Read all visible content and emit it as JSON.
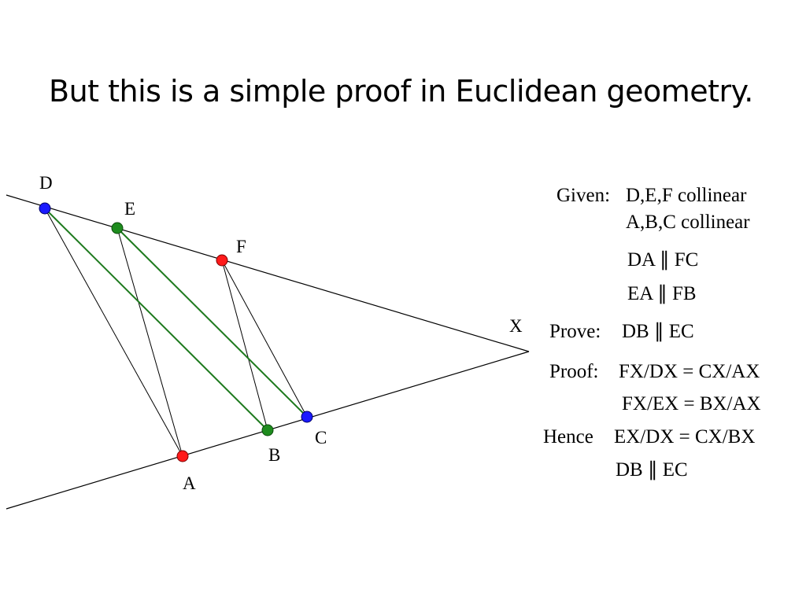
{
  "slide": {
    "title": "But this is a simple proof in Euclidean geometry."
  },
  "diagram": {
    "points": [
      {
        "id": "D",
        "label": "D",
        "color": "#1a1aff"
      },
      {
        "id": "E",
        "label": "E",
        "color": "#1e8c1e"
      },
      {
        "id": "F",
        "label": "F",
        "color": "#ff1a1a"
      },
      {
        "id": "A",
        "label": "A",
        "color": "#ff1a1a"
      },
      {
        "id": "B",
        "label": "B",
        "color": "#1e8c1e"
      },
      {
        "id": "C",
        "label": "C",
        "color": "#1a1aff"
      },
      {
        "id": "X",
        "label": "X",
        "color": "none"
      }
    ],
    "line_color": "#000000",
    "parallel_color": "#1e7a1e"
  },
  "proof": {
    "given_label": "Given:",
    "given_1": "D,E,F collinear",
    "given_2": "A,B,C collinear",
    "given_3": "DA ∥ FC",
    "given_4": "EA ∥ FB",
    "prove_label": "Prove:",
    "prove_1": "DB ∥ EC",
    "proof_label": "Proof:",
    "proof_1": "FX/DX = CX/AX",
    "proof_2": "FX/EX = BX/AX",
    "hence_label": "Hence",
    "hence_1": "EX/DX = CX/BX",
    "hence_2": "DB ∥ EC"
  }
}
